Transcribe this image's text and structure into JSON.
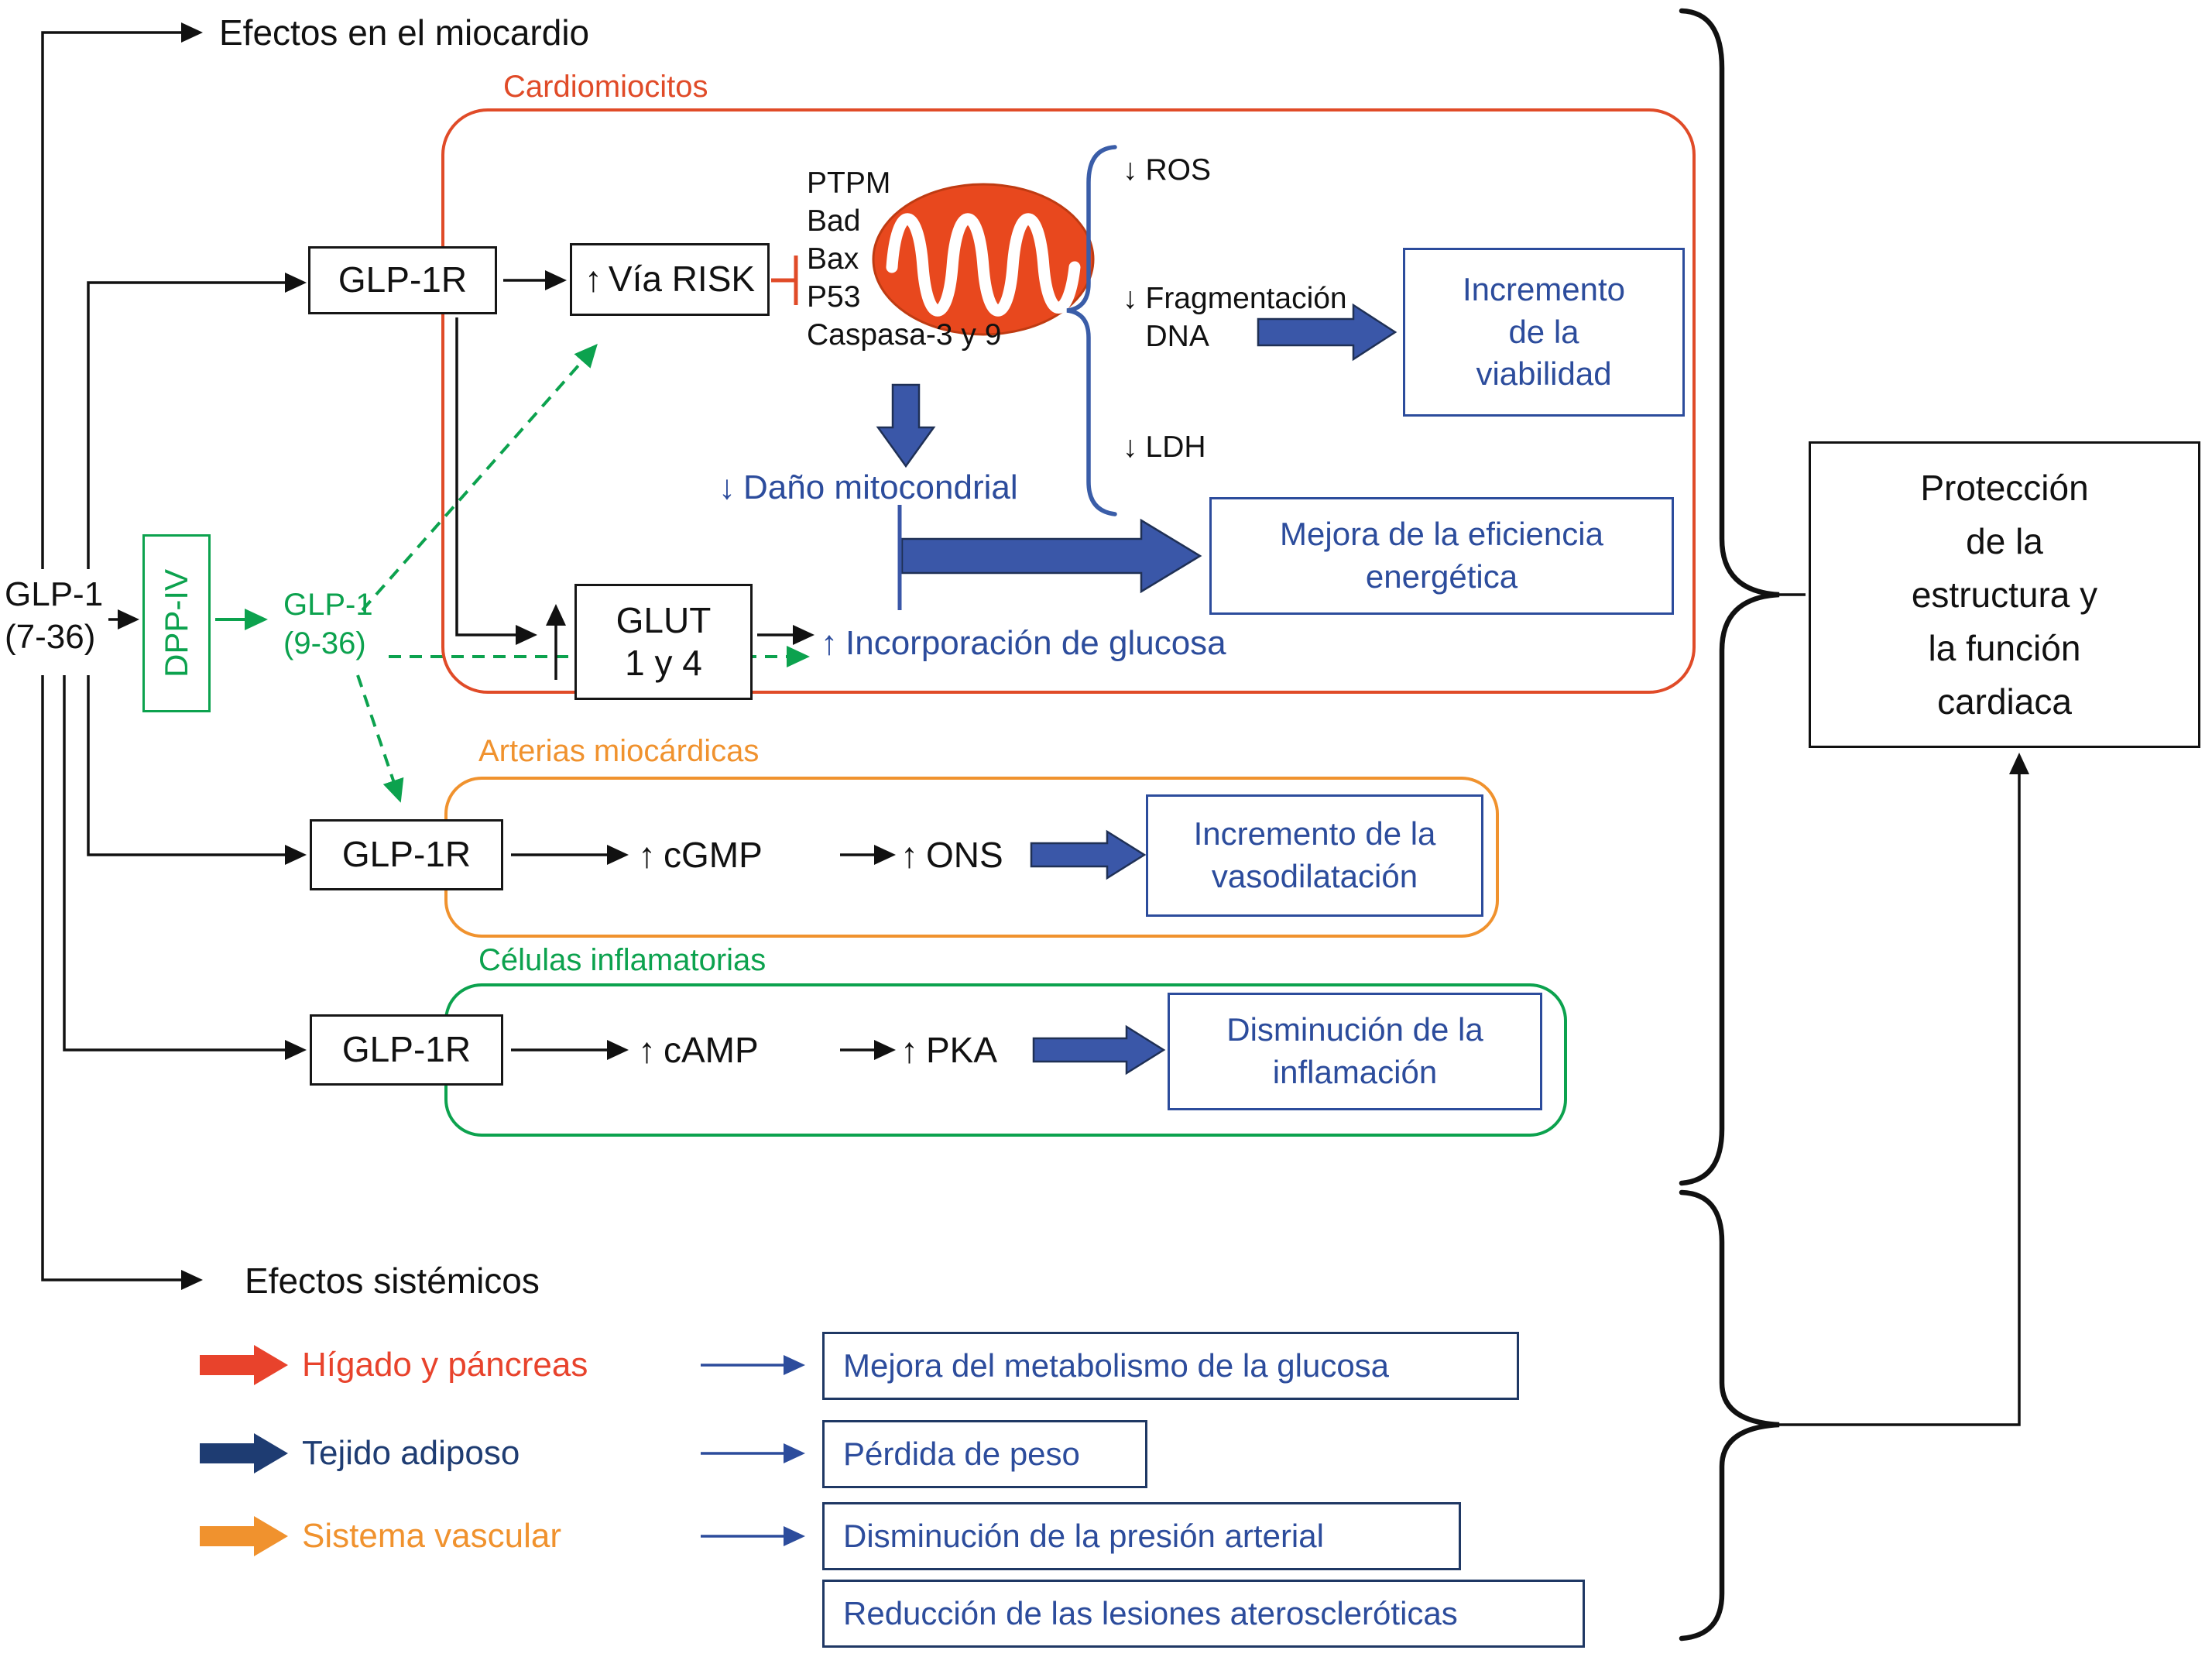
{
  "glyphs": {
    "up": "↑",
    "down": "↓"
  },
  "headers": {
    "myocardium": "Efectos en el miocardio",
    "systemic": "Efectos sistémicos"
  },
  "source": {
    "line1": "GLP-1",
    "line2": "(7-36)"
  },
  "enzyme": "DPP-IV",
  "metabolite": {
    "line1": "GLP-1",
    "line2": "(9-36)"
  },
  "cardio": {
    "title": "Cardiomiocitos",
    "receptor": "GLP-1R",
    "risk": "Vía RISK",
    "proteins": [
      "PTPM",
      "Bad",
      "Bax",
      "P53",
      "Caspasa-3 y 9"
    ],
    "ros": "ROS",
    "frag_line1": "Fragmentación",
    "frag_line2": "DNA",
    "ldh": "LDH",
    "viability": {
      "line1": "Incremento",
      "line2": "de la",
      "line3": "viabilidad"
    },
    "mito_damage": "Daño mitocondrial",
    "efficiency": {
      "line1": "Mejora de la eficiencia",
      "line2": "energética"
    },
    "glut": {
      "line1": "GLUT",
      "line2": "1 y 4"
    },
    "glucose": "Incorporación de glucosa"
  },
  "arteries": {
    "title": "Arterias miocárdicas",
    "receptor": "GLP-1R",
    "cgmp": "cGMP",
    "ons": "ONS",
    "result": {
      "line1": "Incremento de la",
      "line2": "vasodilatación"
    }
  },
  "inflammatory": {
    "title": "Células inflamatorias",
    "receptor": "GLP-1R",
    "camp": "cAMP",
    "pka": "PKA",
    "result": {
      "line1": "Disminución de la",
      "line2": "inflamación"
    }
  },
  "protection": {
    "line1": "Protección",
    "line2": "de la",
    "line3": "estructura y",
    "line4": "la función",
    "line5": "cardiaca"
  },
  "systemic": {
    "liver": {
      "label": "Hígado y páncreas",
      "result": "Mejora del metabolismo de la glucosa"
    },
    "adipose": {
      "label": "Tejido adiposo",
      "result": "Pérdida de peso"
    },
    "vascular": {
      "label": "Sistema vascular",
      "result": "Disminución de la presión arterial"
    },
    "extra": "Reducción de las lesiones ateroscleróticas"
  },
  "colors": {
    "cardio_red": "#E04B28",
    "arteries_orange": "#F0922E",
    "green": "#0CA24E",
    "blue_text": "#2C4C9C",
    "arrow_blue": "#3A57A8",
    "navy": "#1E3C72"
  }
}
